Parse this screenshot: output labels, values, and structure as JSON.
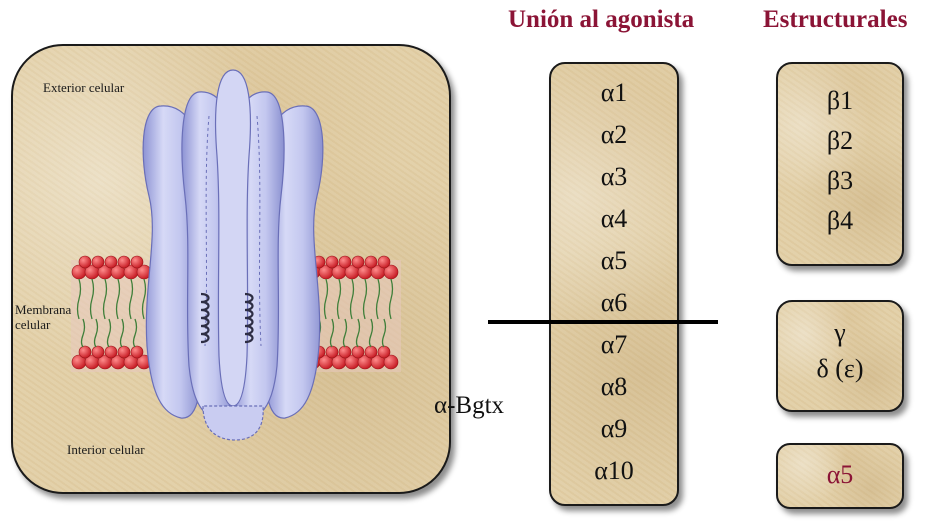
{
  "illustration": {
    "exterior_label": "Exterior celular",
    "membrane_label": "Membrana\ncelular",
    "interior_label": "Interior celular"
  },
  "headers": {
    "agonist_binding": "Unión al agonista",
    "structural": "Estructurales"
  },
  "agonist_subunits": [
    "α1",
    "α2",
    "α3",
    "α4",
    "α5",
    "α6",
    "α7",
    "α8",
    "α9",
    "α10"
  ],
  "bgtx_label": "α-Bgtx",
  "structural_beta": [
    "β1",
    "β2",
    "β3",
    "β4"
  ],
  "structural_gamma_delta": [
    "γ",
    "δ (ε)"
  ],
  "structural_alpha5": "α5",
  "colors": {
    "header": "#8b1436",
    "alpha5_text": "#8b1436",
    "box_fill": "#e2cfa6",
    "channel_fill": "#b9bde8",
    "lipid_head": "#d8303c",
    "lipid_tail": "#3f7f3a"
  }
}
